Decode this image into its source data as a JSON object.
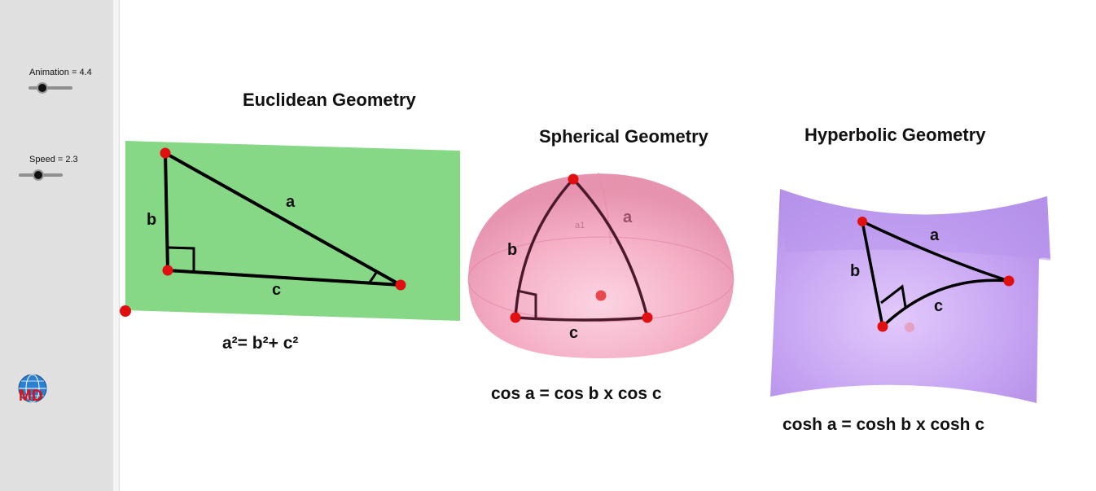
{
  "sidebar": {
    "animation_label": "Animation = 4.4",
    "speed_label": "Speed = 2.3",
    "animation_value": 4.4,
    "speed_value": 2.3,
    "logo_text": "MD"
  },
  "euclidean": {
    "title": "Euclidean Geometry",
    "label_a": "a",
    "label_b": "b",
    "label_c": "c",
    "formula": "a²= b²+ c²",
    "color": "#86d886"
  },
  "spherical": {
    "title": "Spherical Geometry",
    "label_a": "a",
    "label_b": "b",
    "label_c": "c",
    "ghost_a": "a",
    "ghost_a1": "a1",
    "formula": "cos a = cos b x cos c",
    "color": "#f3a8c0"
  },
  "hyperbolic": {
    "title": "Hyperbolic Geometry",
    "label_a": "a",
    "label_b": "b",
    "label_c": "c",
    "formula": "cosh a = cosh b x cosh c",
    "color": "#c9a8f3"
  },
  "colors": {
    "point": "#e01010",
    "line": "#000000"
  }
}
